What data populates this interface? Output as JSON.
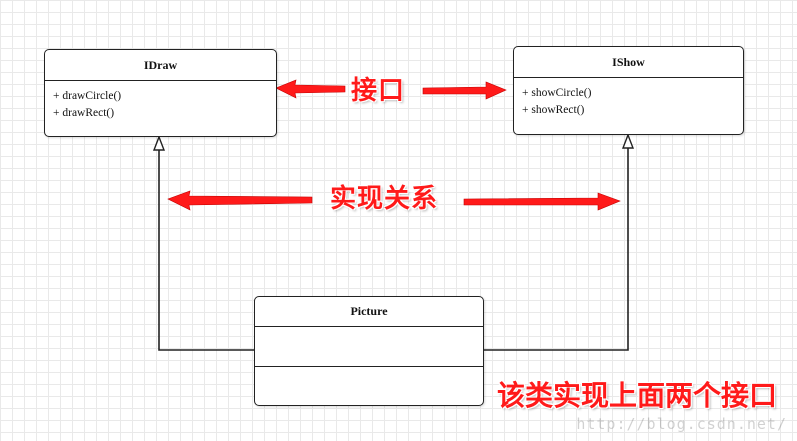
{
  "classes": {
    "idraw": {
      "name": "IDraw",
      "methods": [
        "+ drawCircle()",
        "+ drawRect()"
      ]
    },
    "ishow": {
      "name": "IShow",
      "methods": [
        "+ showCircle()",
        "+ showRect()"
      ]
    },
    "picture": {
      "name": "Picture"
    }
  },
  "annotations": {
    "interface_label": "接口",
    "realization_label": "实现关系",
    "picture_note": "该类实现上面两个接口"
  },
  "watermark": "http://blog.csdn.net/",
  "colors": {
    "annotation": "#ff1a1a",
    "line": "#222222",
    "grid": "#e9e9e9"
  }
}
